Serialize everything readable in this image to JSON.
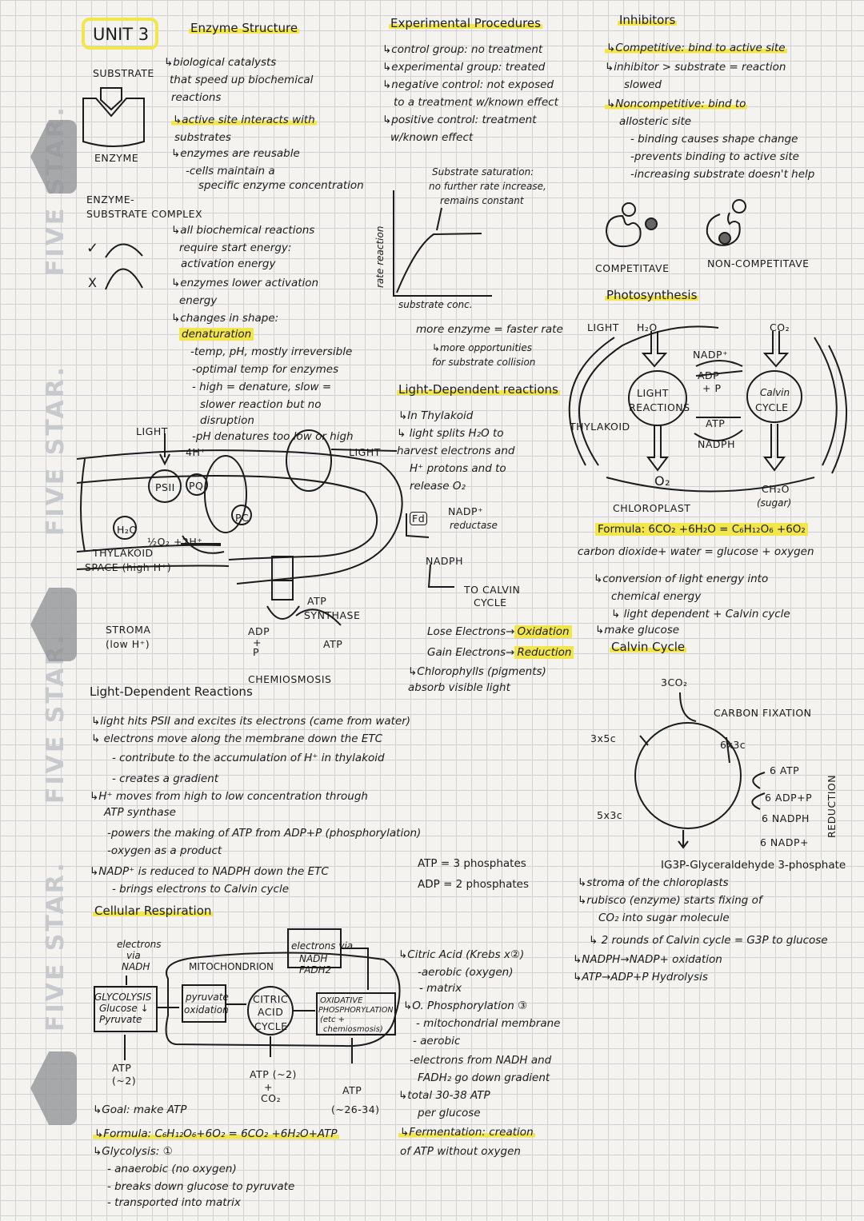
{
  "brand": "FIVE STAR.",
  "header": {
    "unit": "UNIT 3"
  },
  "enzyme": {
    "title": "Enzyme Structure",
    "substrate_label": "SUBSTRATE",
    "enzyme_label": "ENZYME",
    "complex_label_1": "ENZYME-",
    "complex_label_2": "SUBSTRATE COMPLEX",
    "check": "✓",
    "cross": "X",
    "lines": [
      "↳biological catalysts",
      "that speed up biochemical",
      "reactions",
      "↳active site interacts with",
      "substrates",
      "↳enzymes are reusable",
      "-cells maintain a",
      "specific enzyme concentration",
      "↳all biochemical reactions",
      "require start energy:",
      "activation energy",
      "↳enzymes lower activation",
      "energy",
      "↳changes in shape:",
      "denaturation",
      "-temp, pH, mostly irreversible",
      "-optimal temp for enzymes",
      "- high = denature, slow =",
      "slower reaction but no",
      "disruption",
      "-pH denatures too low or high"
    ]
  },
  "experimental": {
    "title": "Experimental Procedures",
    "lines": [
      "↳control group: no treatment",
      "↳experimental group: treated",
      "↳negative control: not exposed",
      "to a treatment w/known effect",
      "↳positive control: treatment",
      "w/known effect"
    ]
  },
  "graph": {
    "note_1": "Substrate saturation:",
    "note_2": "no further rate increase,",
    "note_3": "remains constant",
    "y_label": "rate reaction",
    "x_label": "substrate conc.",
    "more_1": "more enzyme = faster rate",
    "more_2": "↳more opportunities",
    "more_3": "for substrate collision"
  },
  "inhibitors": {
    "title": "Inhibitors",
    "lines": [
      "↳Competitive: bind to active site",
      "↳inhibitor > substrate = reaction",
      "slowed",
      "↳Noncompetitive: bind to",
      "allosteric site",
      "- binding causes shape change",
      "-prevents binding to active site",
      "-increasing substrate doesn't help"
    ],
    "competitive_label": "COMPETITAVE",
    "noncompetitive_label": "NON-COMPETITAVE"
  },
  "photosynthesis": {
    "title": "Photosynthesis",
    "light": "LIGHT",
    "water": "H₂O",
    "co2": "CO₂",
    "nadp": "NADP⁺",
    "adp": "ADP",
    "plus_p": "+ P",
    "light_reactions_1": "LIGHT",
    "light_reactions_2": "REACTIONS",
    "calvin_1": "Calvin",
    "calvin_2": "CYCLE",
    "thylakoid": "THYLAKOID",
    "atp": "ATP",
    "nadph": "NADPH",
    "o2": "O₂",
    "ch2o": "CH₂O",
    "sugar": "(sugar)",
    "chloroplast": "CHLOROPLAST",
    "formula": "Formula: 6CO₂ +6H₂O = C₆H₁₂O₆ +6O₂",
    "formula_words": "carbon dioxide+ water = glucose + oxygen",
    "notes": [
      "↳conversion of light energy into",
      "chemical energy",
      "↳ light dependent + Calvin cycle",
      "↳make glucose"
    ]
  },
  "light_dependent_top": {
    "title": "Light-Dependent reactions",
    "lines": [
      "↳In Thylakoid",
      "↳ light splits H₂O to",
      "harvest electrons and",
      "H⁺ protons and to",
      "release O₂"
    ]
  },
  "membrane": {
    "light": "LIGHT",
    "h4": "4H⁺",
    "ps2": "PSII",
    "pq": "PQ",
    "pc": "PC",
    "light2": "LIGHT",
    "h2o": "H₂O",
    "half_o2": "½O₂ +2H⁺",
    "thylakoid_space_1": "THYLAKOID",
    "thylakoid_space_2": "SPACE (high H⁺)",
    "fd": "Fd",
    "nadp_reductase_1": "NADP⁺",
    "nadp_reductase_2": "reductase",
    "nadph": "NADPH",
    "to_calvin_1": "TO CALVIN",
    "to_calvin_2": "CYCLE",
    "atp_synthase_1": "ATP",
    "atp_synthase_2": "SYNTHASE",
    "stroma_1": "STROMA",
    "stroma_2": "(low H⁺)",
    "adp": "ADP",
    "plus": "+",
    "p": "P",
    "atp": "ATP",
    "chemiosmosis": "CHEMIOSMOSIS"
  },
  "redox": {
    "lose": "Lose Electrons→",
    "oxidation": "Oxidation",
    "gain": "Gain Electrons→",
    "reduction": "Reduction",
    "chloro_1": "↳Chlorophylls (pigments)",
    "chloro_2": "absorb visible light"
  },
  "light_dependent": {
    "title": "Light-Dependent Reactions",
    "lines": [
      "↳light hits PSII and excites its electrons (came from water)",
      "↳ electrons move along the membrane down the ETC",
      "- contribute to the accumulation of H⁺ in thylakoid",
      "- creates a gradient",
      "↳H⁺ moves from high to low concentration through",
      "ATP synthase",
      "-powers the making of ATP from ADP+P (phosphorylation)",
      "-oxygen as a product",
      "↳NADP⁺ is reduced to NADPH down the ETC",
      "- brings electrons to Calvin cycle"
    ],
    "atp_note": "ATP = 3 phosphates",
    "adp_note": "ADP = 2 phosphates"
  },
  "calvin": {
    "title": "Calvin Cycle",
    "co2": "3CO₂",
    "carbon_fixation": "CARBON FIXATION",
    "six_3c_a": "6x3c",
    "three_5c": "3x5c",
    "atp6": "6 ATP",
    "adp6": "6 ADP+P",
    "nadph6": "6 NADPH",
    "nadp6": "6 NADP+",
    "reduction": "REDUCTION",
    "five_3c": "5x3c",
    "g3p": "IG3P-Glyceraldehyde 3-phosphate",
    "lines": [
      "↳stroma of the chloroplasts",
      "↳rubisco (enzyme) starts fixing of",
      "CO₂ into sugar molecule",
      "↳ 2 rounds of Calvin cycle = G3P to glucose",
      "↳NADPH→NADP+ oxidation",
      "↳ATP→ADP+P Hydrolysis"
    ]
  },
  "cellular": {
    "title": "Cellular Respiration",
    "electrons_1": "electrons",
    "electrons_2": "via",
    "electrons_3": "NADH",
    "glycolysis_1": "GLYCOLYSIS",
    "glycolysis_2": "Glucose ↓",
    "glycolysis_3": "Pyruvate",
    "mito": "MITOCHONDRION",
    "pyruvate_1": "pyruvate",
    "pyruvate_2": "oxidation",
    "citric_1": "CITRIC",
    "citric_2": "ACID",
    "citric_3": "CYCLE",
    "elec_1": "electrons via",
    "elec_2": "NADH",
    "elec_3": "FADH2",
    "ox_1": "OXIDATIVE",
    "ox_2": "PHOSPHORYLATION",
    "ox_3": "(etc +",
    "ox_4": "chemiosmosis)",
    "atp_2_a": "ATP",
    "atp_2_b": "(~2)",
    "atp_c_a": "ATP (~2)",
    "atp_c_b": "+",
    "atp_c_c": "CO₂",
    "atp_o_a": "ATP",
    "atp_o_b": "(~26-34)",
    "goal": "↳Goal: make ATP",
    "formula": "↳Formula: C₆H₁₂O₆+6O₂ = 6CO₂ +6H₂O+ATP",
    "glycolysis": "↳Glycolysis: ①",
    "glyc_lines": [
      "- anaerobic (no oxygen)",
      "- breaks down glucose to pyruvate",
      "- transported into matrix"
    ],
    "right_lines": [
      "↳Citric Acid (Krebs x②)",
      "-aerobic (oxygen)",
      "- matrix",
      "↳O. Phosphorylation ③",
      "- mitochondrial membrane",
      "- aerobic",
      "-electrons from NADH and",
      "FADH₂ go down gradient",
      "↳total 30-38 ATP",
      "per glucose"
    ],
    "fermentation": "↳Fermentation: creation",
    "fermentation_2": "of ATP without oxygen"
  }
}
